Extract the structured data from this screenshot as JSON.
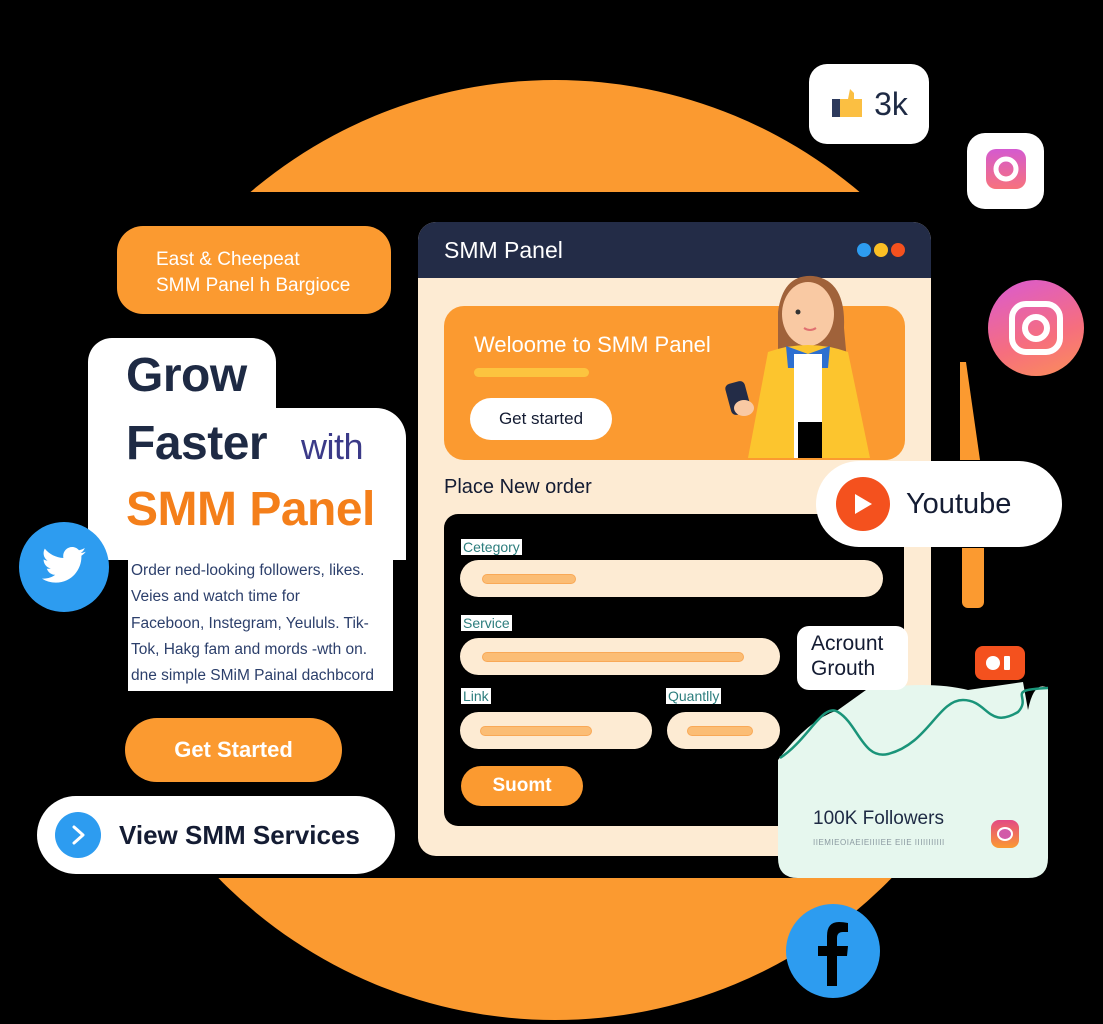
{
  "promo": {
    "line1": "East & Cheepeat",
    "line2": "SMM Panel h Bargioce"
  },
  "headline": {
    "grow": "Grow",
    "faster": "Faster",
    "with": "with",
    "brand": "SMM Panel"
  },
  "description": {
    "lines": [
      "Order ned-looking followers, likes.",
      "Veies and watch time for",
      "Faceboon, Instegram, Yeululs. Tik-",
      "Tok, Hakg fam and mords -wth on.",
      "dne simple SMiM Painal dachbcord"
    ]
  },
  "cta": {
    "get_started": "Get Started",
    "view_services": "View SMM Services"
  },
  "likes_badge": {
    "count": "3k"
  },
  "app_window": {
    "title": "SMM Panel",
    "window_dots": [
      "#2d9cf0",
      "#fbbf24",
      "#f4511e"
    ],
    "hero": {
      "title": "Weloome to SMM Panel",
      "button": "Get started"
    },
    "form": {
      "title": "Place New order",
      "fields": {
        "category": "Cetegory",
        "service": "Service",
        "link": "Link",
        "quantity": "Quantlly"
      },
      "submit": "Suomt"
    }
  },
  "youtube": {
    "label": "Youtube"
  },
  "growth": {
    "title_line1": "Acrount",
    "title_line2": "Grouth",
    "followers": "100K Followers",
    "subtext": "IIEMIEOIAEIEIIIIEE EIIE IIIIIIIIIII"
  },
  "colors": {
    "orange": "#fb9a30",
    "navy": "#232c47",
    "cream": "#fdebd3",
    "blue": "#2d9cf0",
    "red": "#f4511e",
    "teal": "#1a9479",
    "brand_orange_text": "#f47f1a"
  }
}
